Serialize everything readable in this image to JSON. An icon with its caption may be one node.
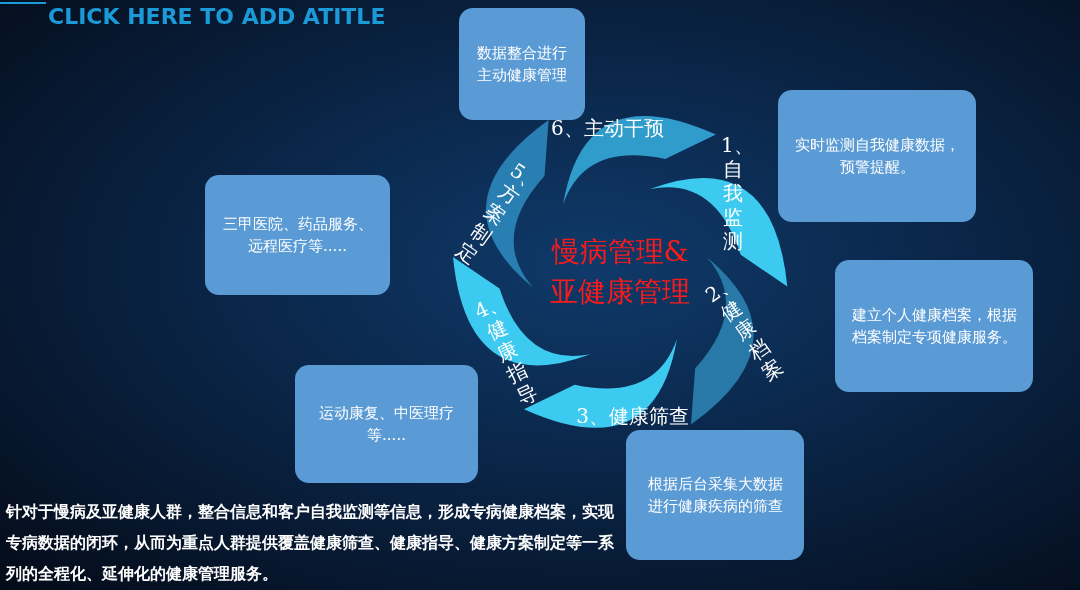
{
  "diagram": {
    "title": "CLICK HERE TO ADD ATITLE",
    "caption": "针对于慢病及亚健康人群，整合信息和客户自我监测等信息，形成专病健康档案，实现专病数据的闭环，从而为重点人群提供覆盖健康筛查、健康指导、健康方案制定等一系列的全程化、延伸化的健康管理服务。",
    "nodes": [
      {
        "text": [
          "慢病管理&亚健康管理"
        ]
      },
      {
        "text": [
          "1、自我监测"
        ]
      },
      {
        "text": [
          "2、健康档案"
        ]
      },
      {
        "text": [
          "3、健康筛查"
        ]
      },
      {
        "text": [
          "4、健康指导"
        ]
      },
      {
        "text": [
          "5、方案制定"
        ]
      },
      {
        "text": [
          "6、主动干预"
        ]
      },
      {
        "text": [
          "实时监测自我健康数据，预警提醒。"
        ]
      },
      {
        "text": [
          "建立个人健康档案，根据档案制定专项健康服务。"
        ]
      },
      {
        "text": [
          "根据后台采集大数据进行健康疾病的筛查"
        ]
      },
      {
        "text": [
          "运动康复、中医理疗等....."
        ]
      },
      {
        "text": [
          "三甲医院、药品服务、远程医疗等....."
        ]
      },
      {
        "text": [
          "数据整合进行主动健康管理"
        ]
      }
    ],
    "edges": []
  }
}
